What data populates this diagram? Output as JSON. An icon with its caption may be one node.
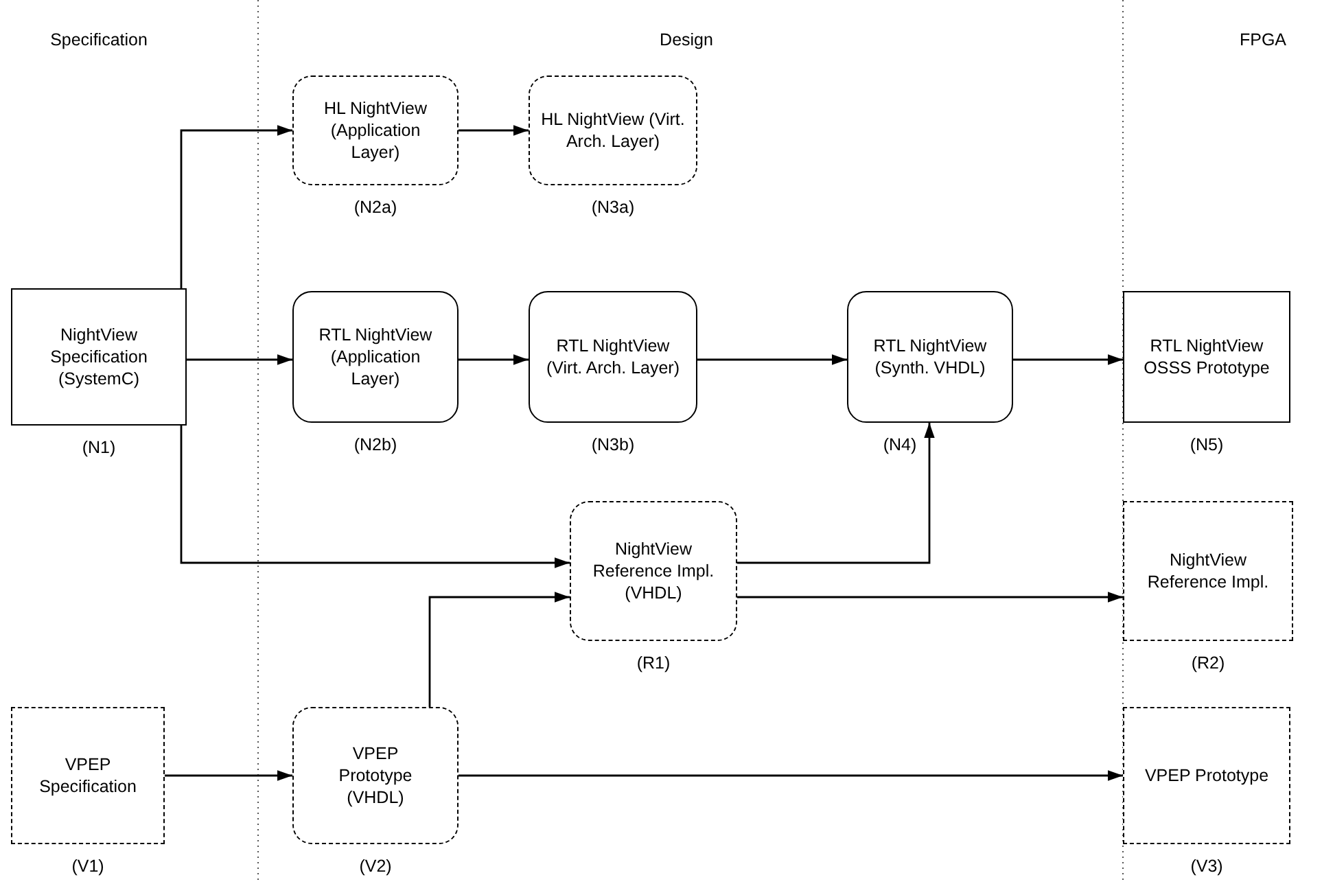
{
  "diagram": {
    "nodes": [
      {
        "text": [
          "HL NightView (Application Layer)"
        ],
        "beside": [
          "(N2a)"
        ]
      },
      {
        "text": [
          "HL NightView (Virt. Arch. Layer)"
        ],
        "beside": [
          "(N3a)"
        ]
      },
      {
        "text": [
          "NightView Specification (SystemC)"
        ],
        "beside": [
          "(N1)"
        ]
      },
      {
        "text": [
          "RTL NightView (Application Layer)"
        ],
        "beside": [
          "(N2b)"
        ]
      },
      {
        "text": [
          "RTL NightView (Virt. Arch. Layer)"
        ],
        "beside": [
          "(N3b)"
        ]
      },
      {
        "text": [
          "RTL NightView (Synth. VHDL)"
        ],
        "beside": [
          "(N4)"
        ]
      },
      {
        "text": [
          "RTL NightView OSSS Prototype"
        ],
        "beside": [
          "(N5)"
        ]
      },
      {
        "text": [
          "NightView Reference Impl. (VHDL)"
        ],
        "beside": [
          "(R1)"
        ]
      },
      {
        "text": [
          "NightView Reference Impl."
        ],
        "beside": [
          "(R2)"
        ]
      },
      {
        "text": [
          "VPEP Specification"
        ],
        "beside": [
          "(V1)"
        ]
      },
      {
        "text": [
          "VPEP Prototype (VHDL)"
        ],
        "beside": [
          "(V2)"
        ]
      },
      {
        "text": [
          "VPEP Prototype"
        ],
        "beside": [
          "(V3)"
        ]
      }
    ],
    "edges": [
      {
        "from": 2,
        "to": 0,
        "arrow": "to"
      },
      {
        "from": 2,
        "to": 3,
        "arrow": "to"
      },
      {
        "from": 2,
        "to": 7,
        "arrow": "to"
      },
      {
        "from": 0,
        "to": 1,
        "arrow": "to"
      },
      {
        "from": 3,
        "to": 4,
        "arrow": "to"
      },
      {
        "from": 4,
        "to": 5,
        "arrow": "to"
      },
      {
        "from": 5,
        "to": 6,
        "arrow": "to"
      },
      {
        "from": 7,
        "to": 5,
        "arrow": "to"
      },
      {
        "from": 7,
        "to": 8,
        "arrow": "to"
      },
      {
        "from": 9,
        "to": 10,
        "arrow": "to"
      },
      {
        "from": 10,
        "to": 7,
        "arrow": "to"
      },
      {
        "from": 10,
        "to": 11,
        "arrow": "to"
      }
    ],
    "labels": [
      "Specification",
      "Design",
      "FPGA"
    ]
  }
}
